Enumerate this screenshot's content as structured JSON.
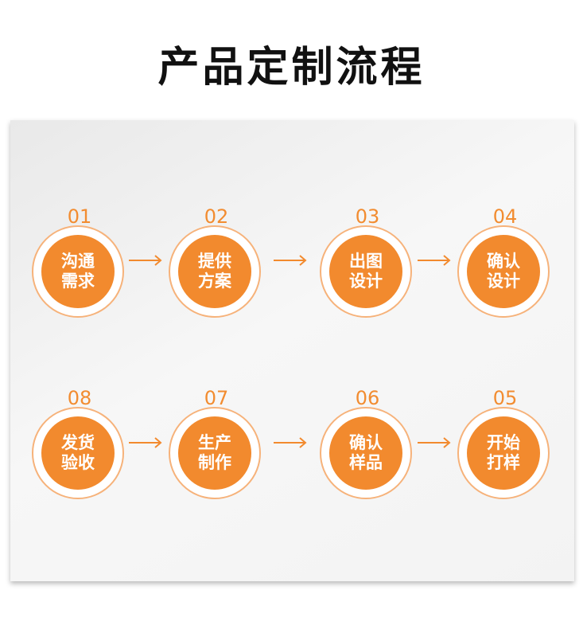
{
  "title": "产品定制流程",
  "colors": {
    "accent": "#f28a2e",
    "ring": "#f6b27a"
  },
  "steps": [
    {
      "num": "01",
      "line1": "沟通",
      "line2": "需求"
    },
    {
      "num": "02",
      "line1": "提供",
      "line2": "方案"
    },
    {
      "num": "03",
      "line1": "出图",
      "line2": "设计"
    },
    {
      "num": "04",
      "line1": "确认",
      "line2": "设计"
    },
    {
      "num": "05",
      "line1": "开始",
      "line2": "打样"
    },
    {
      "num": "06",
      "line1": "确认",
      "line2": "样品"
    },
    {
      "num": "07",
      "line1": "生产",
      "line2": "制作"
    },
    {
      "num": "08",
      "line1": "发货",
      "line2": "验收"
    }
  ]
}
